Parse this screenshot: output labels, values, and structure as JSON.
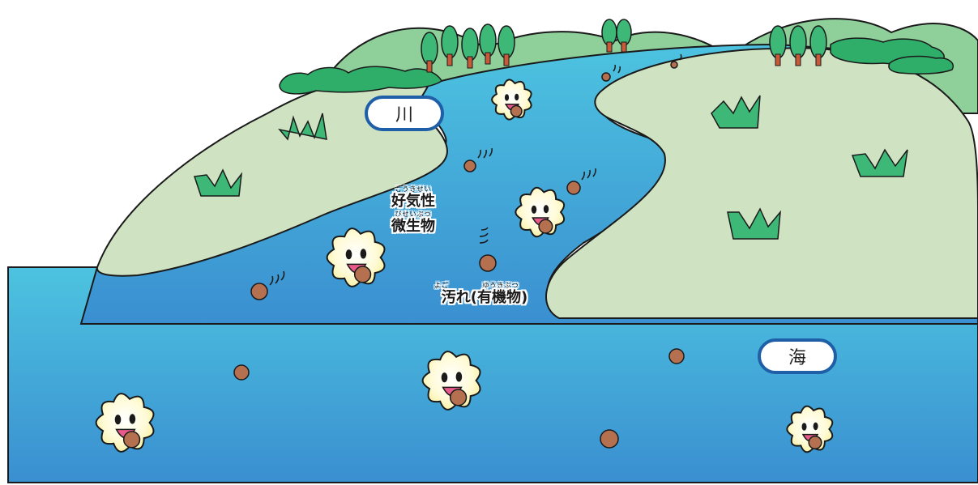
{
  "labels": {
    "river": "川",
    "sea": "海"
  },
  "annotations": {
    "aerobic": {
      "text": "好気性",
      "ruby": "こうきせい"
    },
    "microbe": {
      "text": "微生物",
      "ruby": "びせいぶつ"
    },
    "dirt": {
      "text": "汚れ(有機物)",
      "ruby_dirt": "よご",
      "ruby_organic": "ゆうきぶつ"
    }
  },
  "colors": {
    "water_top": "#4dc3e0",
    "water_bottom": "#3a8fd0",
    "land": "#cfe3c2",
    "hill": "#8fcf9a",
    "tree": "#3db877",
    "bush": "#2fae6a",
    "outline": "#1a1a1a",
    "label_border": "#1f5fa8",
    "microbe_fill": "#fff9c8",
    "dirt_particle": "#b5704f"
  }
}
